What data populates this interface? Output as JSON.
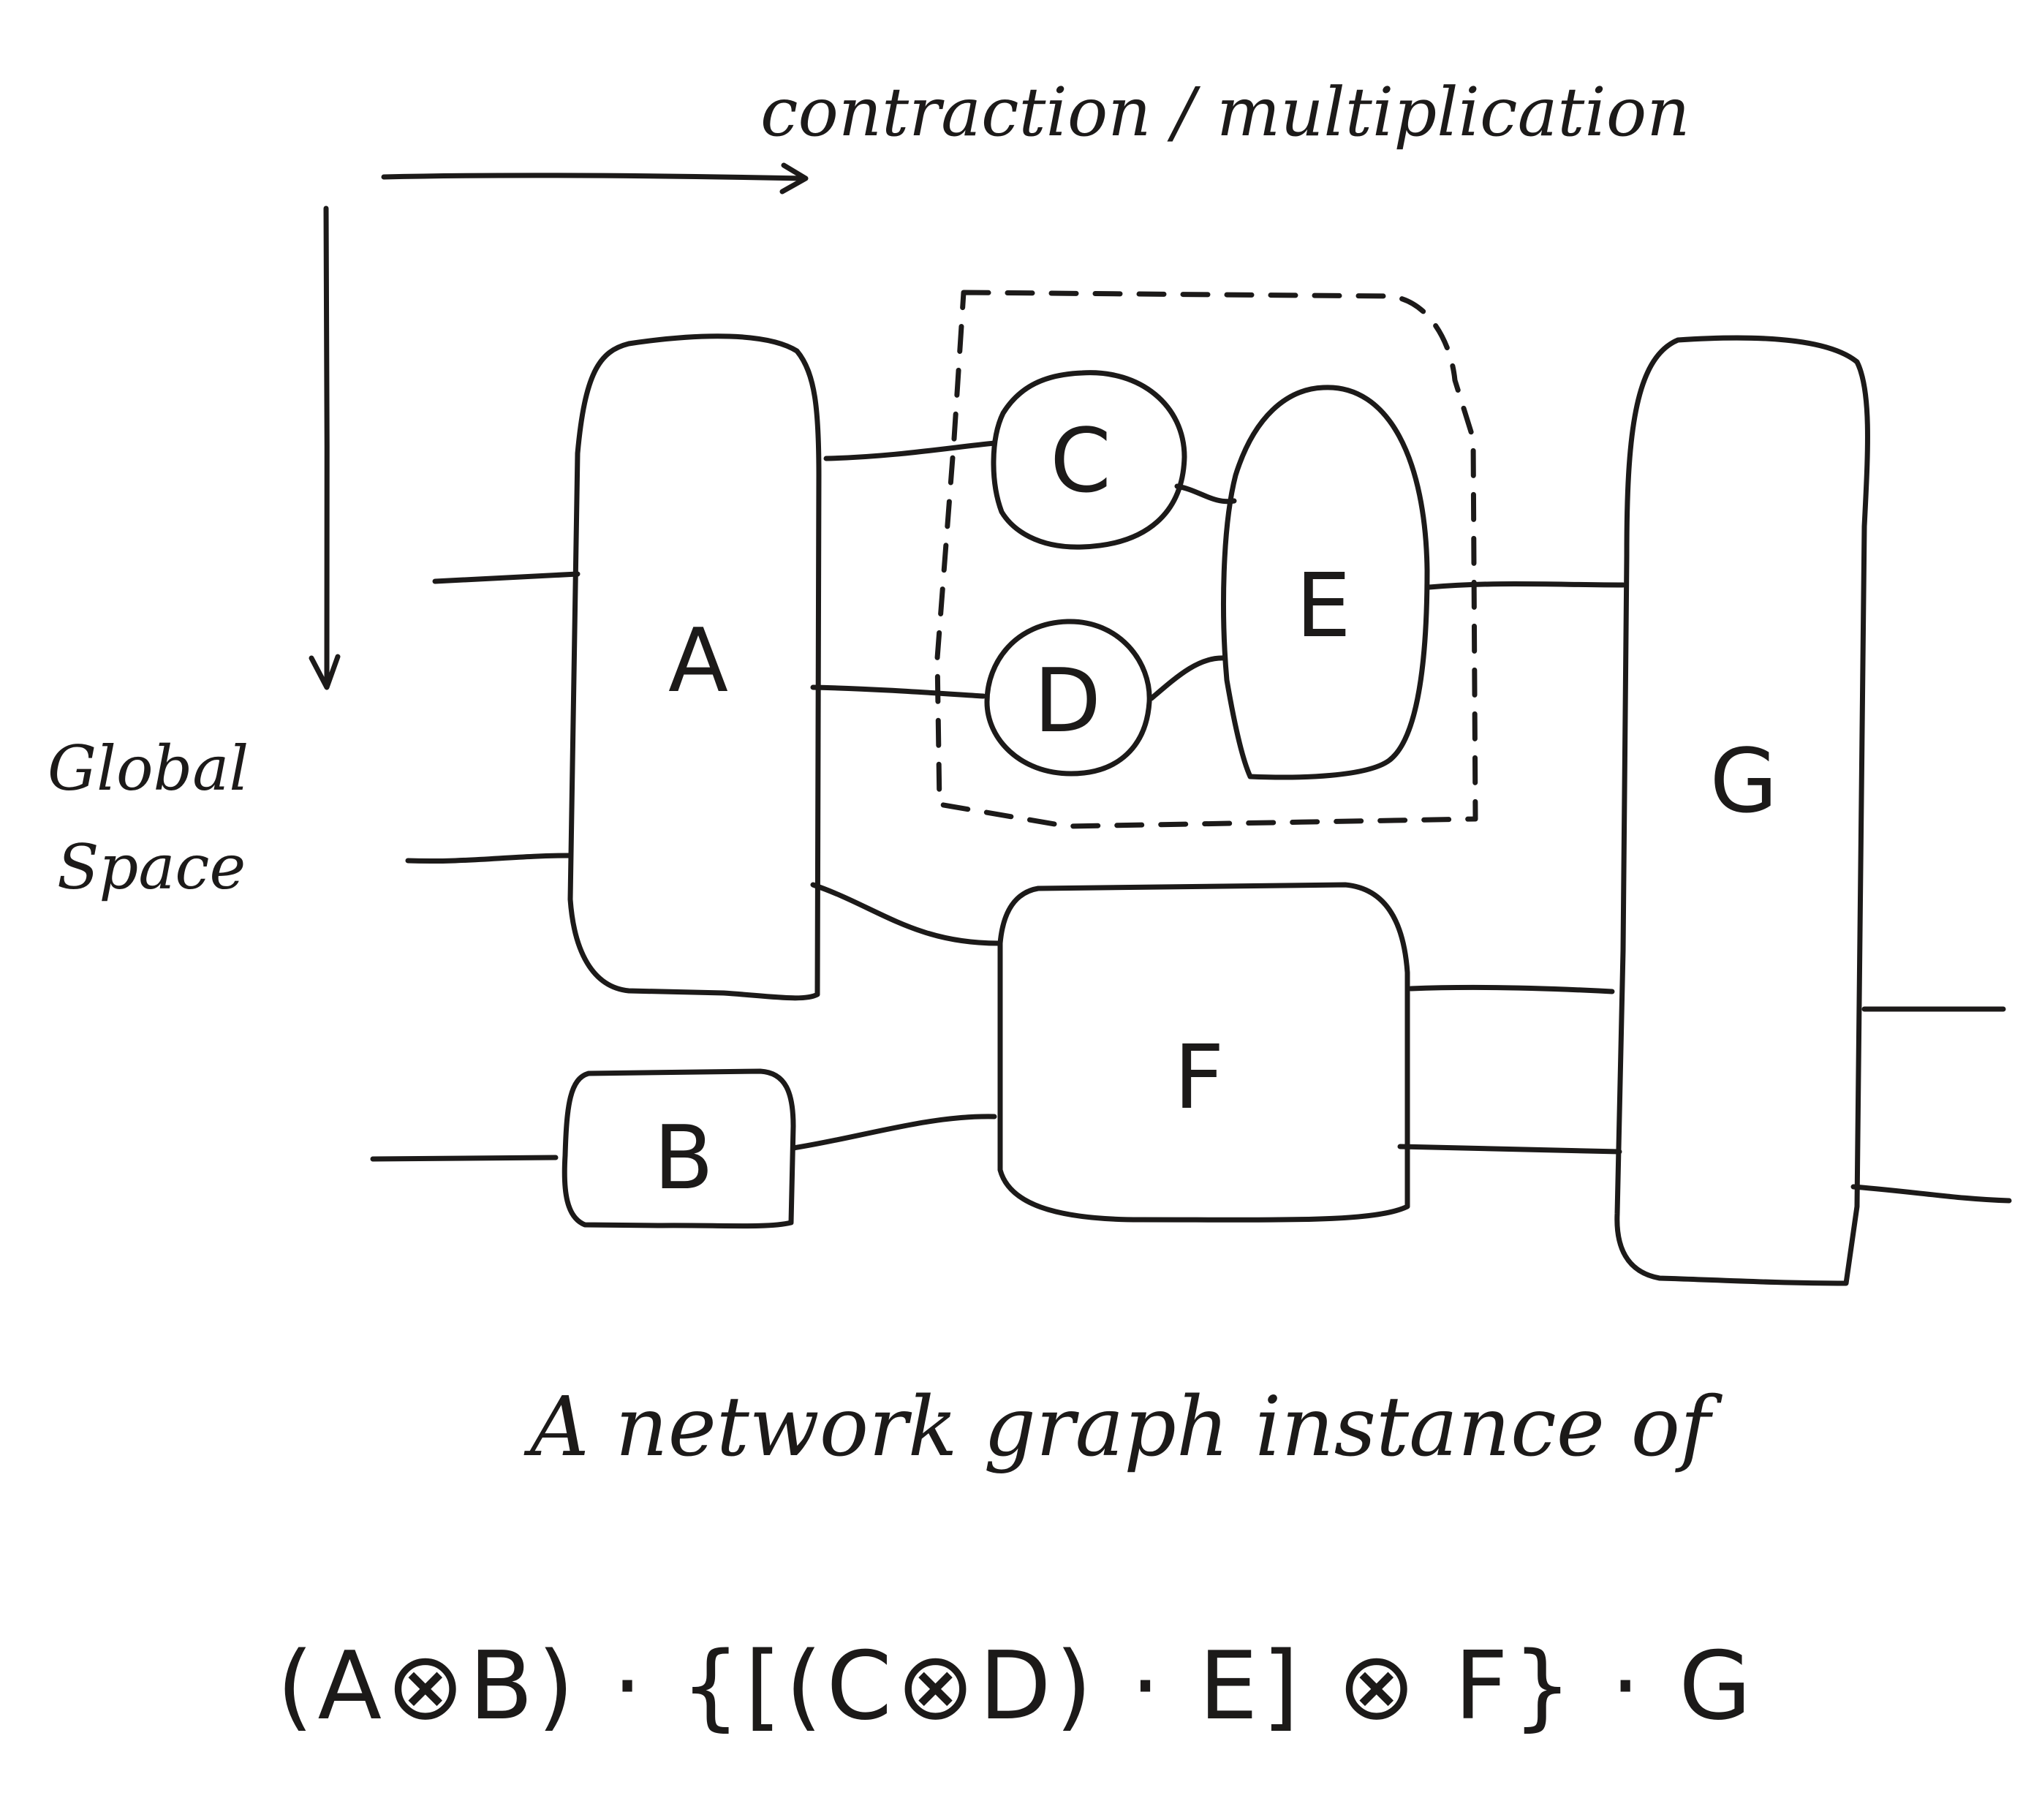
{
  "annotations": {
    "contraction_label": "contraction / multiplication",
    "global_space_line1": "Global",
    "global_space_line2": "Space"
  },
  "nodes": {
    "a": "A",
    "b": "B",
    "c": "C",
    "d": "D",
    "e": "E",
    "f": "F",
    "g": "G"
  },
  "caption": "A network graph instance of",
  "formula": "(A⊗B) · {[(C⊗D) · E] ⊗ F} · G",
  "colors": {
    "ink": "#1c1a19",
    "paper": "#ffffff"
  }
}
